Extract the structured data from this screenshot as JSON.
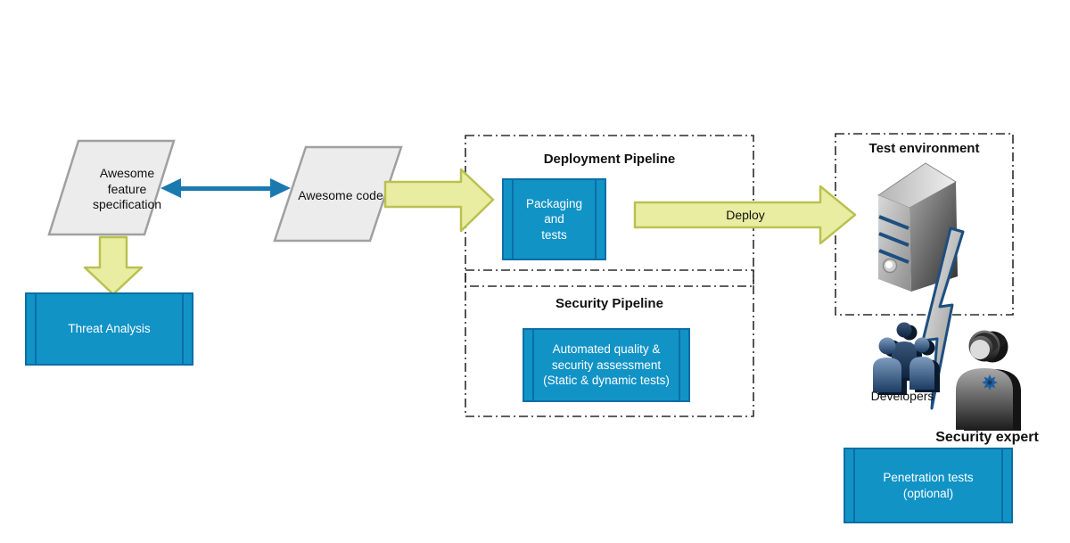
{
  "nodes": {
    "feature_spec": "Awesome\nfeature\nspecification",
    "awesome_code": "Awesome code",
    "threat_analysis": "Threat Analysis",
    "packaging": "Packaging\nand\ntests",
    "auto_quality": "Automated quality &\nsecurity assessment\n(Static & dynamic tests)",
    "penetration_tests": "Penetration tests\n(optional)"
  },
  "containers": {
    "deployment_pipeline_title": "Deployment Pipeline",
    "security_pipeline_title": "Security Pipeline",
    "test_environment_title": "Test environment"
  },
  "labels": {
    "deploy": "Deploy",
    "developers": "Developers",
    "security_expert": "Security expert"
  },
  "icons": {
    "server": "server-icon",
    "lightning_bolt": "lightning-bolt-icon",
    "developers_group": "developers-icon",
    "security_expert_person": "security-expert-icon",
    "gear": "gear-icon"
  },
  "colors": {
    "process_fill": "#1193c6",
    "process_border": "#0c6ea6",
    "arrow_fill": "#e9eda1",
    "arrow_border": "#b9c152",
    "link_blue": "#1a7ab0",
    "document_fill": "#ececec",
    "document_border": "#a0a0a0",
    "container_border": "#2b2b2b",
    "server_stripe_blue": "#1d4f80",
    "people_blue_dark": "#0e2440",
    "text_on_process": "#ffffff"
  }
}
